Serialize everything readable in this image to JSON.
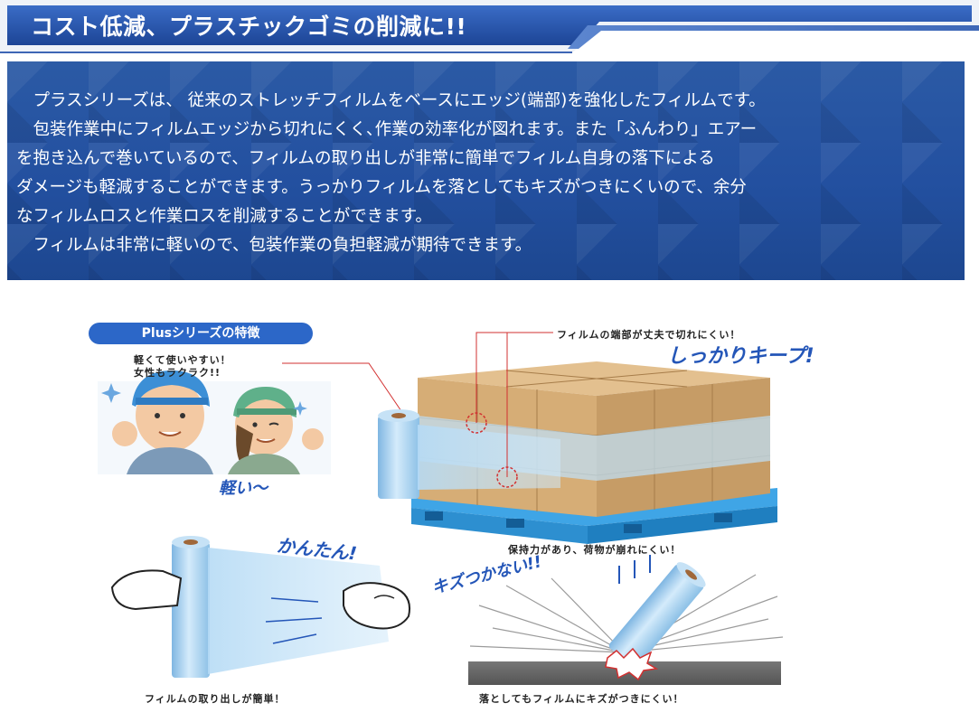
{
  "header": {
    "title": "コスト低減、プラスチックゴミの削減に!!"
  },
  "intro": {
    "lines": [
      "　プラスシリーズは、 従来のストレッチフィルムをベースにエッジ(端部)を強化したフィルムです。",
      "　包装作業中にフィルムエッジから切れにくく､作業の効率化が図れます。また「ふんわり」エアー",
      "を抱き込んで巻いているので、フィルムの取り出しが非常に簡単でフィルム自身の落下による",
      "ダメージも軽減することができます。うっかりフィルムを落としてもキズがつきにくいので、余分",
      "なフィルムロスと作業ロスを削減することができます。",
      "　フィルムは非常に軽いので、包装作業の負担軽減が期待できます。"
    ]
  },
  "illustration": {
    "badge": "Plusシリーズの特徴",
    "light_caption_1": "軽くて使いやすい！",
    "light_caption_2": "女性もラクラク!!",
    "light_catch": "軽い〜",
    "edge_caption": "フィルムの端部が丈夫で切れにくい！",
    "keep_catch": "しっかりキープ!",
    "hold_caption": "保持力があり、荷物が崩れにくい！",
    "easy_catch": "かんたん!",
    "easy_caption": "フィルムの取り出しが簡単！",
    "scratch_catch": "キズつかない!!",
    "scratch_caption": "落としてもフィルムにキズがつきにくい！"
  },
  "colors": {
    "header_blue": "#2456b8",
    "panel_blue": "#2350a0",
    "film_blue": "#a9d2f2",
    "pallet_blue": "#3fa5e6",
    "box_tan": "#d8b07c",
    "catch_blue": "#2456b8"
  }
}
